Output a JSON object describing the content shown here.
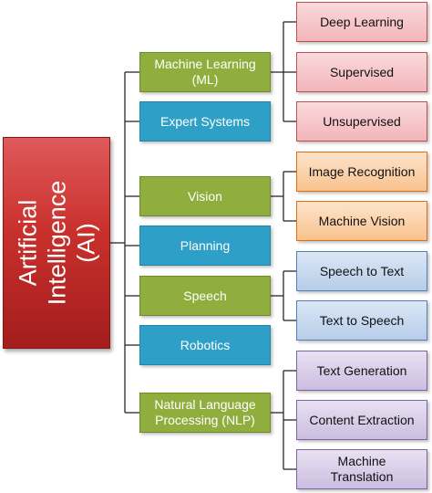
{
  "root": {
    "label_line1": "Artificial",
    "label_line2": "Intelligence",
    "label_line3": "(AI)"
  },
  "branches": [
    {
      "line1": "Machine Learning",
      "line2": "(ML)",
      "color": "green",
      "children": [
        "Deep Learning",
        "Supervised",
        "Unsupervised"
      ]
    },
    {
      "line1": "Expert Systems",
      "line2": "",
      "color": "teal",
      "children": []
    },
    {
      "line1": "Vision",
      "line2": "",
      "color": "green",
      "children": [
        "Image Recognition",
        "Machine Vision"
      ]
    },
    {
      "line1": "Planning",
      "line2": "",
      "color": "teal",
      "children": []
    },
    {
      "line1": "Speech",
      "line2": "",
      "color": "green",
      "children": [
        "Speech to Text",
        "Text to Speech"
      ]
    },
    {
      "line1": "Robotics",
      "line2": "",
      "color": "teal",
      "children": []
    },
    {
      "line1": "Natural Language",
      "line2": "Processing (NLP)",
      "color": "green",
      "children": [
        "Text Generation",
        "Content Extraction",
        "Machine Translation"
      ]
    }
  ],
  "leaf_lines": {
    "machine_translation": [
      "Machine",
      "Translation"
    ]
  },
  "colors": {
    "root": "#c9302c",
    "green": "#8fae3e",
    "teal": "#2e9fc7",
    "ml_leaves": "#f3b5b9",
    "vision_leaves": "#f9c28e",
    "speech_leaves": "#b7cde9",
    "nlp_leaves": "#cbbde0",
    "connector": "#2a2a2a"
  }
}
